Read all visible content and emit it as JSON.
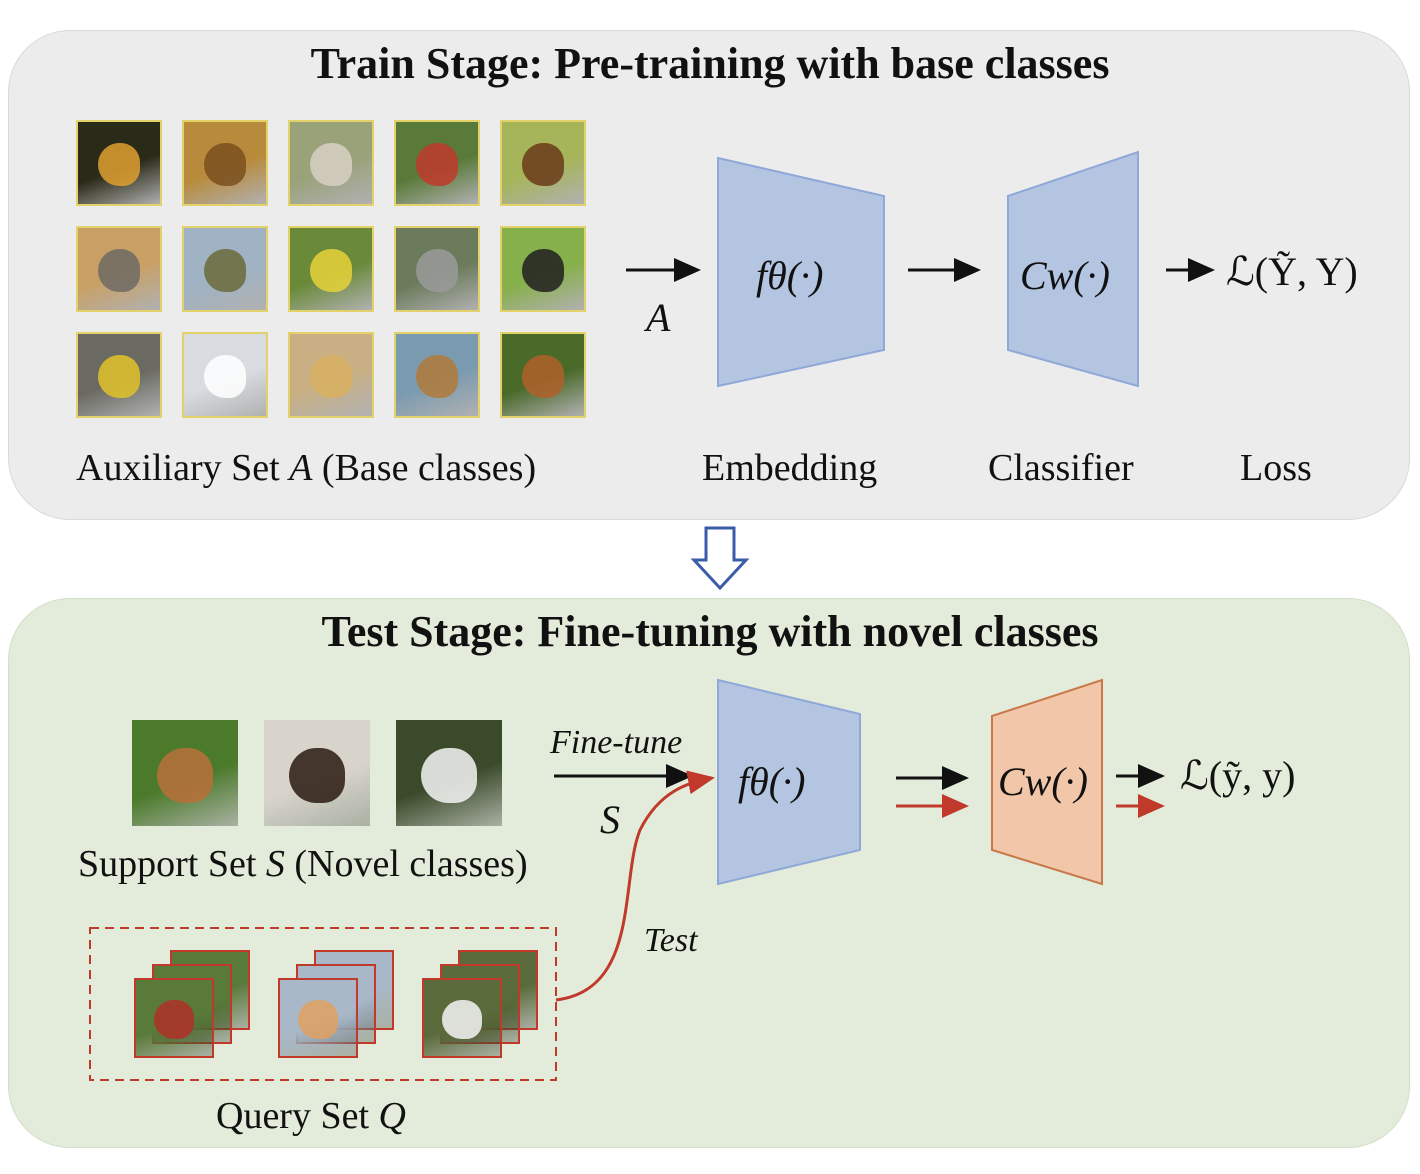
{
  "train": {
    "title": "Train Stage: Pre-training with base classes",
    "set_label_prefix": "Auxiliary Set ",
    "set_symbol": "A",
    "set_label_suffix": " (Base classes)",
    "arrow_label": "A",
    "embedding_fn": "fθ(·)",
    "classifier_fn": "Cw(·)",
    "loss_expr": "ℒ(Ỹ, Y)",
    "embedding_caption": "Embedding",
    "classifier_caption": "Classifier",
    "loss_caption": "Loss",
    "thumbnails": [
      {
        "name": "fruits",
        "bg": "#2a2a18",
        "accent": "#e0a030"
      },
      {
        "name": "lion",
        "bg": "#b88a3c",
        "accent": "#7a4f1e"
      },
      {
        "name": "kitten",
        "bg": "#9aa27a",
        "accent": "#d8d0c4"
      },
      {
        "name": "ladybug",
        "bg": "#5a7a3a",
        "accent": "#c0392b"
      },
      {
        "name": "ant",
        "bg": "#a6b45a",
        "accent": "#6a3a1a"
      },
      {
        "name": "elephant",
        "bg": "#c8a066",
        "accent": "#6e6a64"
      },
      {
        "name": "bird",
        "bg": "#9fb3c4",
        "accent": "#6a6a3a"
      },
      {
        "name": "yellow-bird",
        "bg": "#6a8a3a",
        "accent": "#e6d23a"
      },
      {
        "name": "koala",
        "bg": "#6a7a5a",
        "accent": "#9a9a9a"
      },
      {
        "name": "cow",
        "bg": "#86b04a",
        "accent": "#202020"
      },
      {
        "name": "warbler",
        "bg": "#6a6a62",
        "accent": "#e2c22a"
      },
      {
        "name": "arctic-fox",
        "bg": "#d8dce0",
        "accent": "#ffffff"
      },
      {
        "name": "cheetah",
        "bg": "#c8b084",
        "accent": "#d8b060"
      },
      {
        "name": "giraffe",
        "bg": "#7a9ab0",
        "accent": "#b07a3a"
      },
      {
        "name": "squirrel",
        "bg": "#4a6a2a",
        "accent": "#b0602a"
      }
    ]
  },
  "test": {
    "title": "Test Stage: Fine-tuning with novel classes",
    "finetune_label": "Fine-tune",
    "support_arrow_label": "S",
    "test_label": "Test",
    "embedding_fn": "fθ(·)",
    "classifier_fn": "Cw(·)",
    "loss_expr": "ℒ(ỹ, y)",
    "support_label_prefix": "Support Set ",
    "support_symbol": "S",
    "support_label_suffix": " (Novel classes)",
    "query_label_prefix": "Query Set ",
    "query_symbol": "Q",
    "support_images": [
      {
        "name": "mushroom",
        "bg": "#4a7a2a",
        "accent": "#b8703a"
      },
      {
        "name": "dobermann",
        "bg": "#d8d4cc",
        "accent": "#2a1a10"
      },
      {
        "name": "panda",
        "bg": "#3a4a2a",
        "accent": "#f4f4f4"
      }
    ],
    "query_stacks": [
      {
        "name": "mushroom-stack",
        "bg": "#5a7a3a",
        "accent": "#b03028"
      },
      {
        "name": "corgi-stack",
        "bg": "#a8b8c8",
        "accent": "#e0a060"
      },
      {
        "name": "panda-stack",
        "bg": "#5a6a3a",
        "accent": "#f4f4f4"
      }
    ]
  },
  "colors": {
    "embedding_fill": "#b4c5e2",
    "embedding_stroke": "#8fa8d8",
    "train_classifier_fill": "#b4c5e2",
    "test_classifier_fill": "#f2c6a8",
    "test_classifier_stroke": "#c8784a",
    "test_path": "#c0392b",
    "stage_arrow": "#3b5bab"
  }
}
